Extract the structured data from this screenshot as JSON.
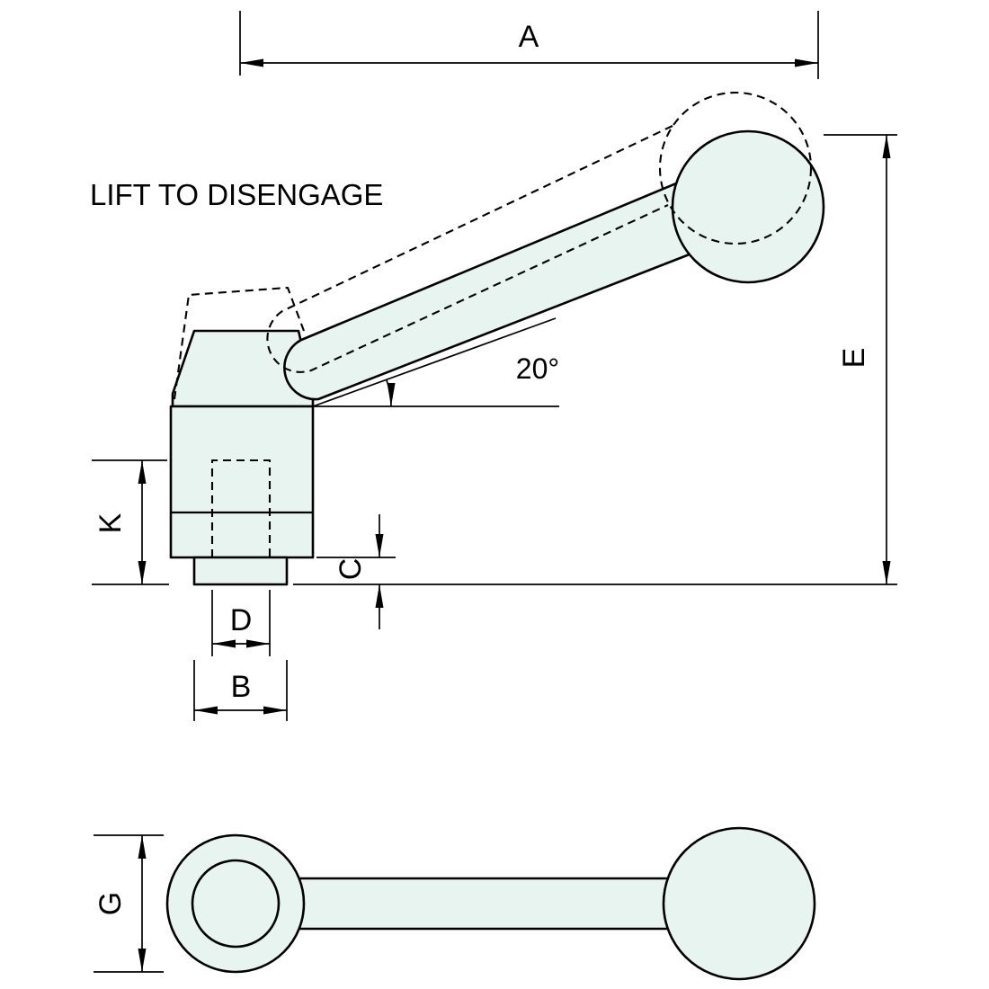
{
  "colors": {
    "part_fill": "#e8f4f0",
    "line": "#000000",
    "background": "#ffffff"
  },
  "note": {
    "text": "LIFT TO DISENGAGE"
  },
  "angle": {
    "label": "20°"
  },
  "dimensions": {
    "a": {
      "label": "A"
    },
    "e": {
      "label": "E"
    },
    "k": {
      "label": "K"
    },
    "c": {
      "label": "C"
    },
    "d": {
      "label": "D"
    },
    "b": {
      "label": "B"
    },
    "g": {
      "label": "G"
    }
  }
}
